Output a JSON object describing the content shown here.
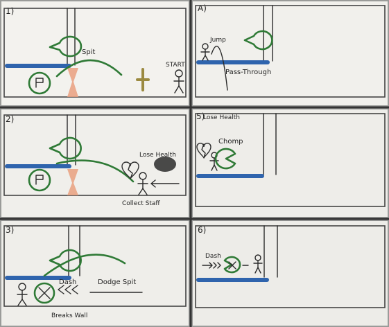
{
  "panels": [
    {
      "number": "1)",
      "labels": {
        "spit": "Spit",
        "start": "START"
      }
    },
    {
      "number": "A)",
      "labels": {
        "jump": "Jump",
        "pass_through": "Pass-Through"
      }
    },
    {
      "number": "2)",
      "labels": {
        "lose_health": "Lose Health",
        "collect_staff": "Collect Staff"
      }
    },
    {
      "number": "5)",
      "labels": {
        "lose_health": "Lose Health",
        "chomp": "Chomp"
      }
    },
    {
      "number": "3)",
      "labels": {
        "dash": "Dash",
        "dodge_spit": "Dodge Spit",
        "breaks_wall": "Breaks Wall"
      }
    },
    {
      "number": "6)",
      "labels": {
        "dash": "Dash"
      }
    }
  ],
  "colors": {
    "paper": "#f2f2ee",
    "platform": "#2f64ad",
    "creature": "#2f7a36",
    "pillar": "#e9a07f",
    "staff": "#9b8a40",
    "heart": "#333333"
  },
  "icons": [
    "pacman-creature-icon",
    "stick-figure-icon",
    "broken-heart-icon",
    "staff-icon",
    "hourglass-pillar-icon"
  ]
}
